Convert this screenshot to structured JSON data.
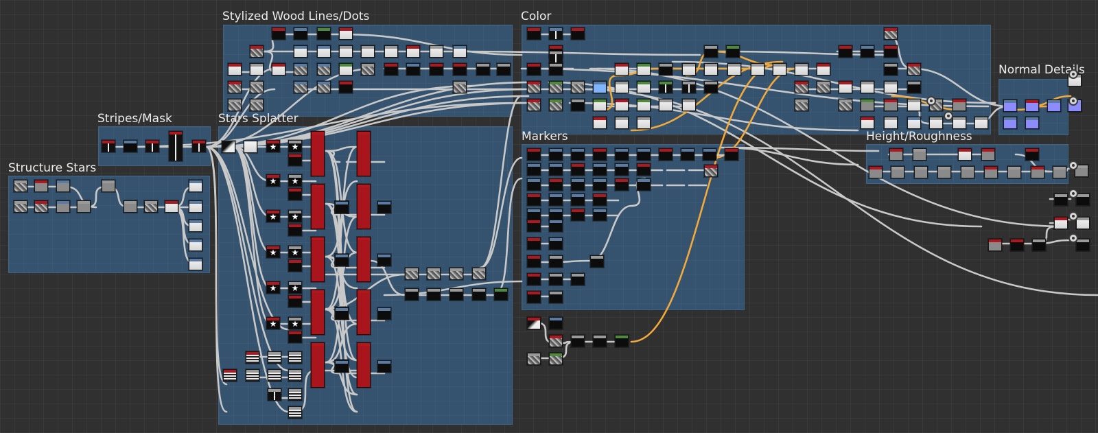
{
  "app": {
    "view": "graph-editor"
  },
  "frames": [
    {
      "id": "stylized-wood",
      "title": "Stylized Wood Lines/Dots"
    },
    {
      "id": "color",
      "title": "Color"
    },
    {
      "id": "normal-details",
      "title": "Normal Details"
    },
    {
      "id": "stripes-mask",
      "title": "Stripes/Mask"
    },
    {
      "id": "stars-splatter",
      "title": "Stars Splatter"
    },
    {
      "id": "markers",
      "title": "Markers"
    },
    {
      "id": "height-roughness",
      "title": "Height/Roughness"
    },
    {
      "id": "structure-stars",
      "title": "Structure Stars"
    }
  ],
  "colors": {
    "canvas": "#303030",
    "frame": "#35536f",
    "wire": "#c9c9c9",
    "wire_highlight": "#f2aa3c",
    "header_red": "#b01820",
    "header_blue": "#5a7ba3",
    "header_green": "#4e8a3c",
    "normal_node": "#8c8cff"
  },
  "node_kinds": [
    "grayscale-node",
    "noise-node",
    "black-node",
    "white-node",
    "tall-red-node",
    "gradient-node",
    "star-node",
    "stripes-node",
    "normal-node",
    "color-node",
    "output-port"
  ]
}
